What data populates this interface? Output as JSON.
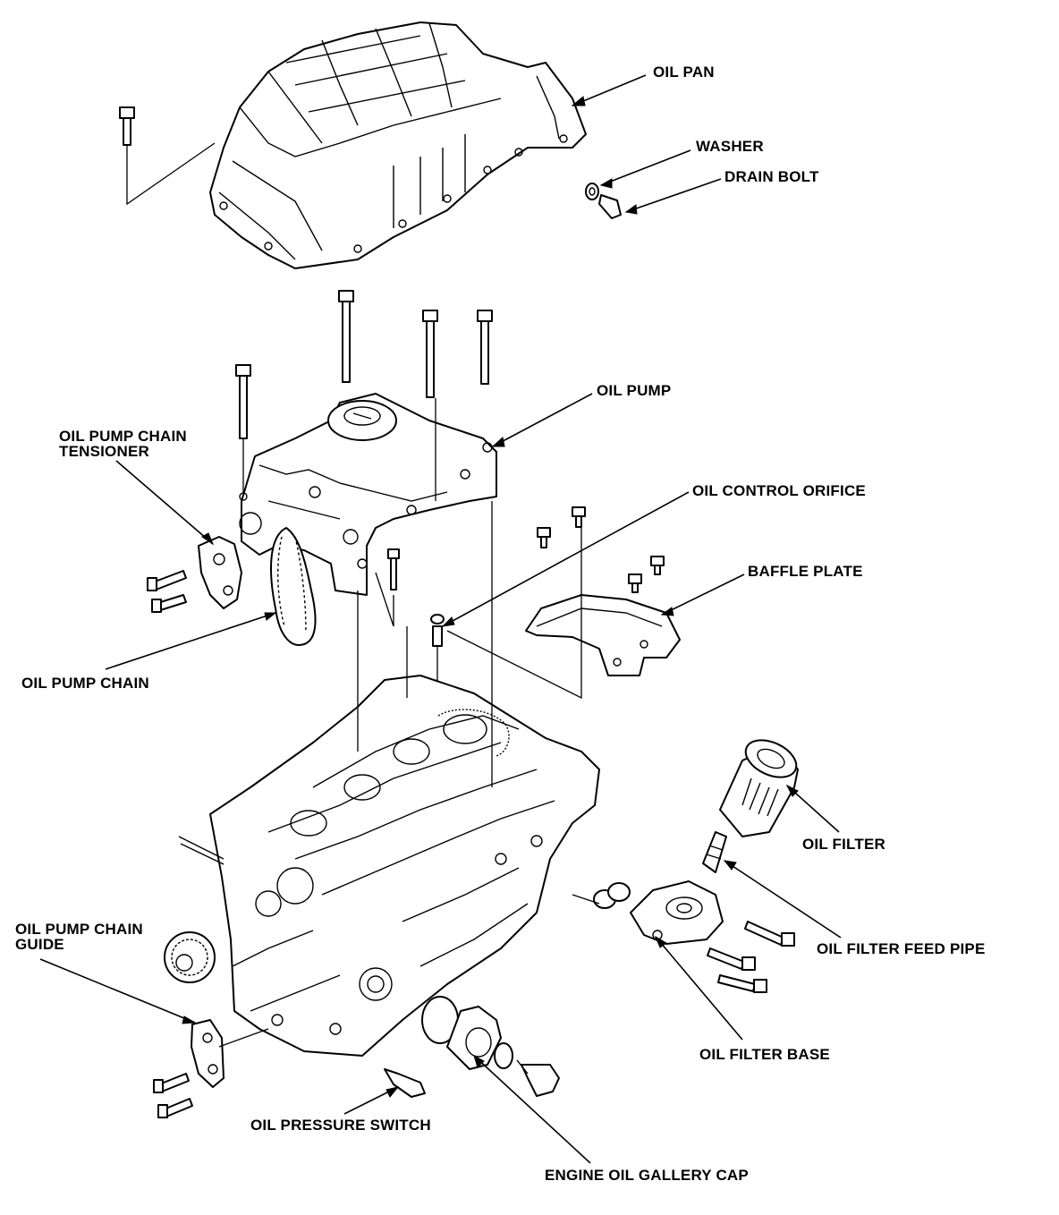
{
  "diagram": {
    "labels": {
      "oil_pan": "OIL PAN",
      "washer": "WASHER",
      "drain_bolt": "DRAIN BOLT",
      "oil_pump": "OIL PUMP",
      "oil_pump_chain_tensioner": "OIL PUMP CHAIN\nTENSIONER",
      "oil_control_orifice": "OIL CONTROL ORIFICE",
      "baffle_plate": "BAFFLE PLATE",
      "oil_pump_chain": "OIL PUMP CHAIN",
      "oil_filter": "OIL FILTER",
      "oil_filter_feed_pipe": "OIL FILTER FEED PIPE",
      "oil_pump_chain_guide": "OIL PUMP CHAIN\nGUIDE",
      "oil_filter_base": "OIL FILTER BASE",
      "oil_pressure_switch": "OIL PRESSURE SWITCH",
      "engine_oil_gallery_cap": "ENGINE OIL GALLERY CAP"
    }
  }
}
